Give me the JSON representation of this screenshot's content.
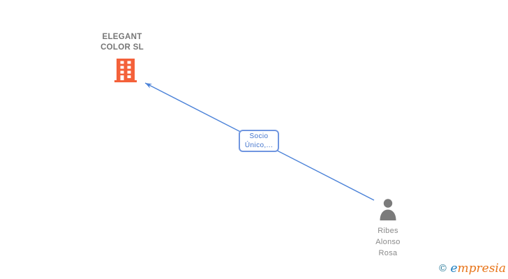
{
  "diagram": {
    "company": {
      "name": "ELEGANT COLOR SL",
      "icon": "building-icon"
    },
    "edge": {
      "label": "Socio Único,...",
      "arrow_points_to": "company"
    },
    "person": {
      "name": "Ribes Alonso Rosa",
      "icon": "person-icon"
    }
  },
  "watermark": {
    "copyright": "©",
    "brand_first": "e",
    "brand_rest": "mpresia"
  },
  "colors": {
    "company_icon_orange": "#F4613A",
    "edge_blue": "#4B82D8",
    "edge_label_text_blue": "#4173CC",
    "edge_label_border_blue": "#7096E0",
    "person_icon_gray": "#7B7B7B",
    "company_text_gray": "#767676",
    "person_text_gray": "#8A8A8A",
    "watermark_copyright_teal": "#2E7D9B",
    "watermark_e_blue": "#1D7FC1",
    "watermark_brand_orange": "#E8751A"
  }
}
